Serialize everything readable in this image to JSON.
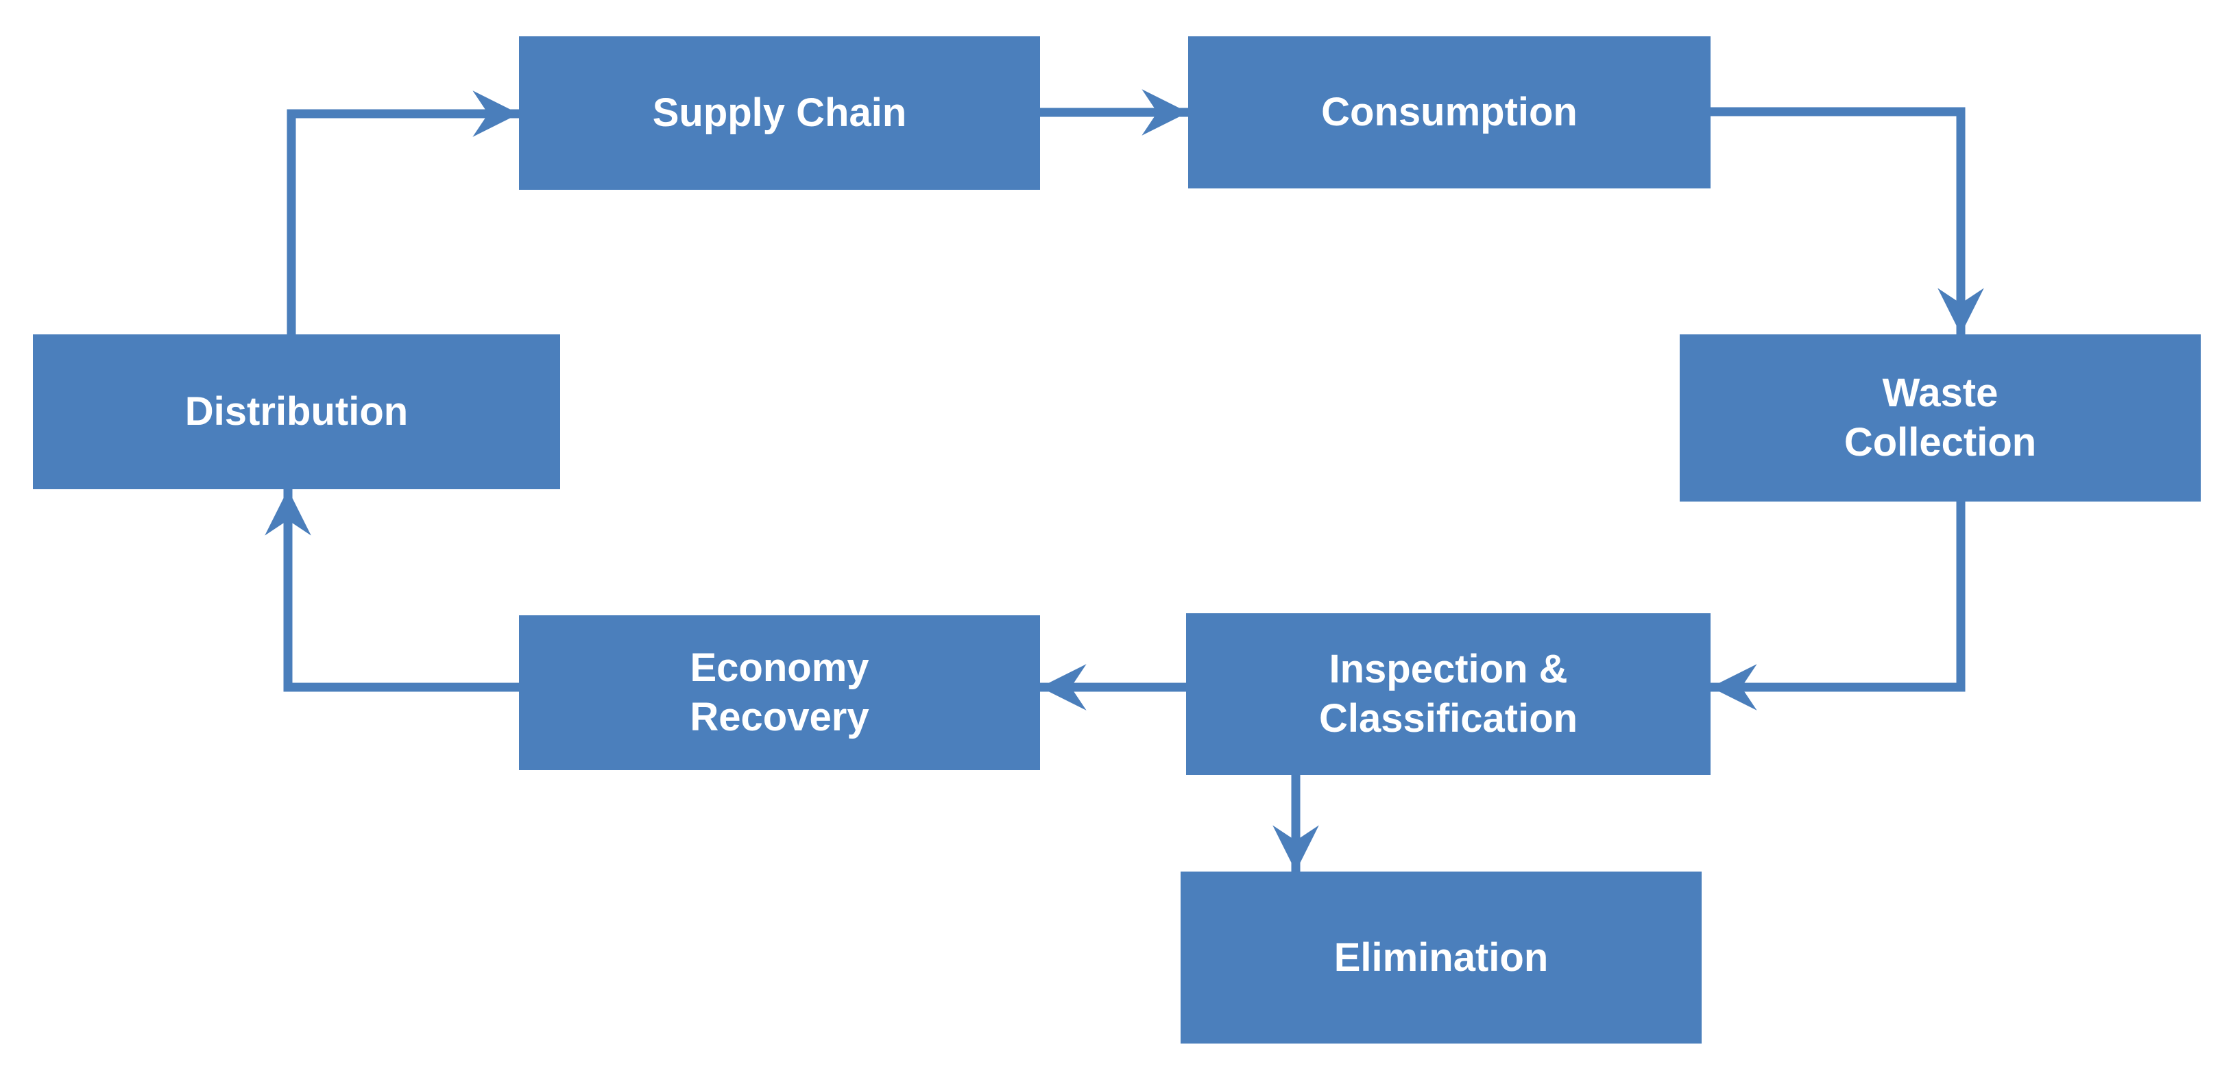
{
  "diagram": {
    "colors": {
      "node_fill": "#4B7FBC",
      "node_text": "#FFFFFF",
      "arrow": "#4A7EBB",
      "background": "#FFFFFF"
    },
    "nodes": {
      "supply_chain": {
        "lines": [
          "Supply Chain"
        ]
      },
      "consumption": {
        "lines": [
          "Consumption"
        ]
      },
      "waste_collection": {
        "lines": [
          "Waste",
          "Collection"
        ]
      },
      "inspection_classification": {
        "lines": [
          "Inspection &",
          "Classification"
        ]
      },
      "economy_recovery": {
        "lines": [
          "Economy",
          "Recovery"
        ]
      },
      "distribution": {
        "lines": [
          "Distribution"
        ]
      },
      "elimination": {
        "lines": [
          "Elimination"
        ]
      }
    },
    "edges": [
      {
        "from": "Distribution",
        "to": "Supply Chain"
      },
      {
        "from": "Supply Chain",
        "to": "Consumption"
      },
      {
        "from": "Consumption",
        "to": "Waste Collection"
      },
      {
        "from": "Waste Collection",
        "to": "Inspection & Classification"
      },
      {
        "from": "Inspection & Classification",
        "to": "Economy Recovery"
      },
      {
        "from": "Inspection & Classification",
        "to": "Elimination"
      },
      {
        "from": "Economy Recovery",
        "to": "Distribution"
      }
    ]
  }
}
